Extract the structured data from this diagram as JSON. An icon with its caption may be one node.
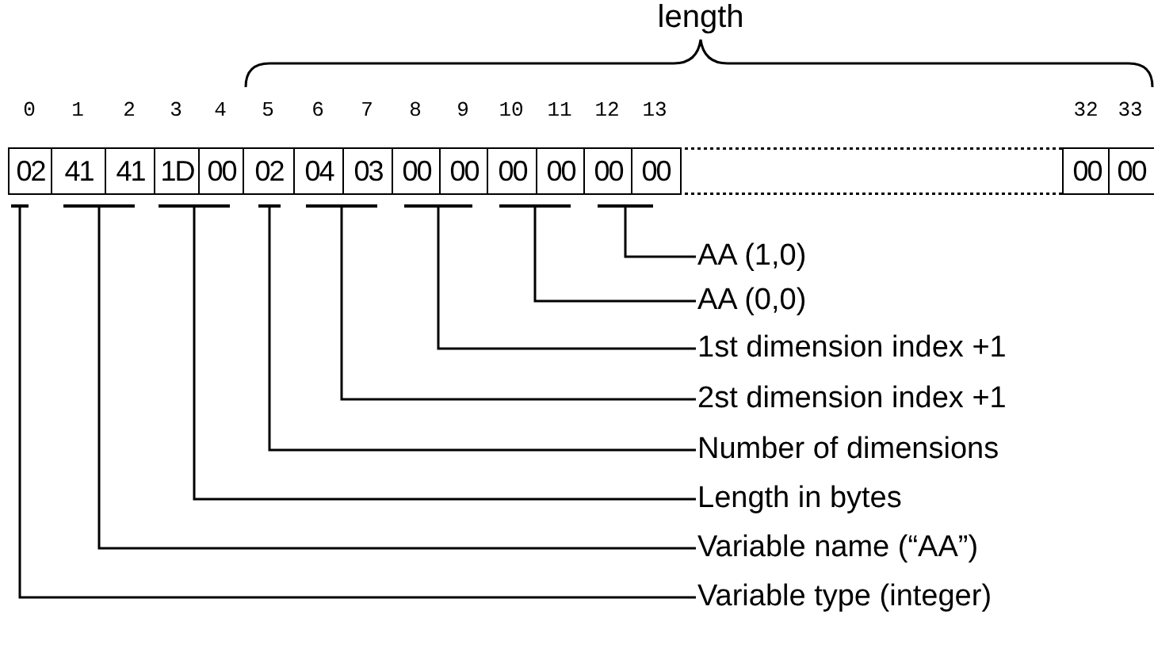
{
  "diagram": {
    "nodes": [
      {
        "text": [
          "02"
        ]
      },
      {
        "text": [
          "41"
        ]
      },
      {
        "text": [
          "41"
        ]
      },
      {
        "text": [
          "1D"
        ]
      },
      {
        "text": [
          "00"
        ]
      },
      {
        "text": [
          "02"
        ]
      },
      {
        "text": [
          "04"
        ]
      },
      {
        "text": [
          "03"
        ]
      },
      {
        "text": [
          "00"
        ]
      },
      {
        "text": [
          "00"
        ]
      },
      {
        "text": [
          "00"
        ]
      },
      {
        "text": [
          "00"
        ]
      },
      {
        "text": [
          "00"
        ]
      },
      {
        "text": [
          "00"
        ]
      },
      {
        "text": [
          "00"
        ]
      },
      {
        "text": [
          "00"
        ]
      },
      {
        "text": [],
        "shape": "bar"
      },
      {
        "text": [],
        "shape": "bar"
      },
      {
        "text": [],
        "shape": "bar"
      },
      {
        "text": [],
        "shape": "bar"
      },
      {
        "text": [],
        "shape": "bar"
      },
      {
        "text": [],
        "shape": "bar"
      },
      {
        "text": [],
        "shape": "bar"
      },
      {
        "text": [],
        "shape": "bar"
      },
      {
        "text": [
          "AA (1,0)"
        ]
      },
      {
        "text": [
          "AA (0,0)"
        ]
      },
      {
        "text": [
          "1st dimension index +1"
        ]
      },
      {
        "text": [
          "2st dimension index +1"
        ]
      },
      {
        "text": [
          "Number of dimensions"
        ]
      },
      {
        "text": [
          "Length in bytes"
        ]
      },
      {
        "text": [
          "Variable name (“AA”)"
        ]
      },
      {
        "text": [
          "Variable type (integer)"
        ]
      }
    ],
    "edges": [
      {
        "from": 24,
        "to": 23,
        "arrow": "none"
      },
      {
        "from": 25,
        "to": 22,
        "arrow": "none"
      },
      {
        "from": 26,
        "to": 21,
        "arrow": "none"
      },
      {
        "from": 27,
        "to": 20,
        "arrow": "none"
      },
      {
        "from": 28,
        "to": 19,
        "arrow": "none"
      },
      {
        "from": 29,
        "to": 18,
        "arrow": "none"
      },
      {
        "from": 30,
        "to": 17,
        "arrow": "none"
      },
      {
        "from": 31,
        "to": 16,
        "arrow": "none"
      }
    ],
    "labels": [
      "length",
      "0",
      "1",
      "2",
      "3",
      "4",
      "5",
      "6",
      "7",
      "8",
      "9",
      "10",
      "11",
      "12",
      "13",
      "32",
      "33"
    ]
  }
}
